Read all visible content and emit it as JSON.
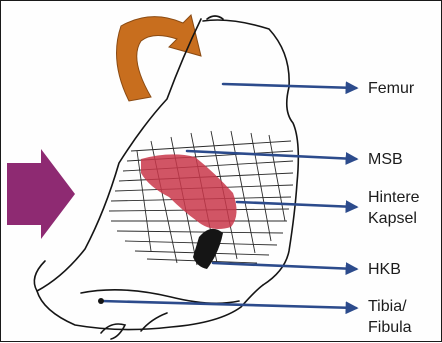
{
  "colors": {
    "arrow_blue": "#2c4b8c",
    "rotation_arrow": "#c86e1e",
    "push_arrow": "#8e2a72",
    "ligament_red": "#c9374a",
    "ink": "#151515"
  },
  "labels": {
    "femur": "Femur",
    "msb": "MSB",
    "hintere_line1": "Hintere",
    "hintere_line2": "Kapsel",
    "hkb": "HKB",
    "tibia_line1": "Tibia/",
    "tibia_line2": "Fibula"
  },
  "icons": {
    "rotation": "curved-rotation-arrow-icon",
    "push": "push-arrow-icon"
  }
}
